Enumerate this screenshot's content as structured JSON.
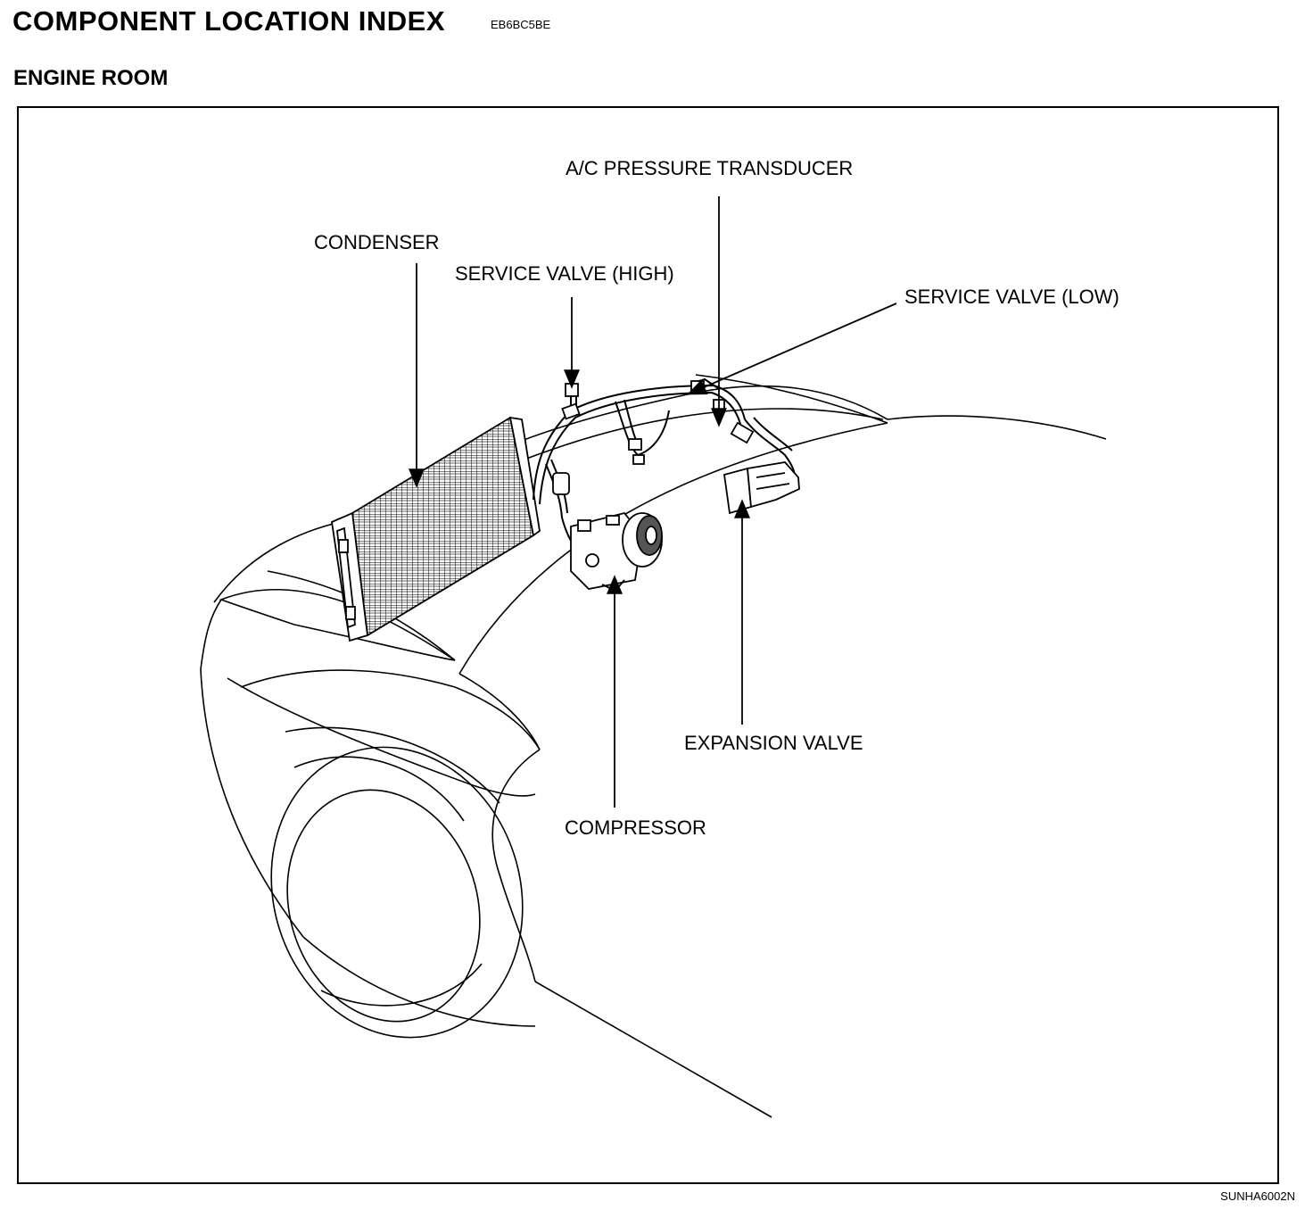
{
  "header": {
    "title": "COMPONENT LOCATION INDEX",
    "doc_code": "EB6BC5BE",
    "section": "ENGINE ROOM"
  },
  "callouts": {
    "ac_pressure_transducer": "A/C PRESSURE TRANSDUCER",
    "condenser": "CONDENSER",
    "service_valve_high": "SERVICE VALVE (HIGH)",
    "service_valve_low": "SERVICE VALVE (LOW)",
    "expansion_valve": "EXPANSION VALVE",
    "compressor": "COMPRESSOR"
  },
  "footer": {
    "figure_code": "SUNHA6002N"
  }
}
